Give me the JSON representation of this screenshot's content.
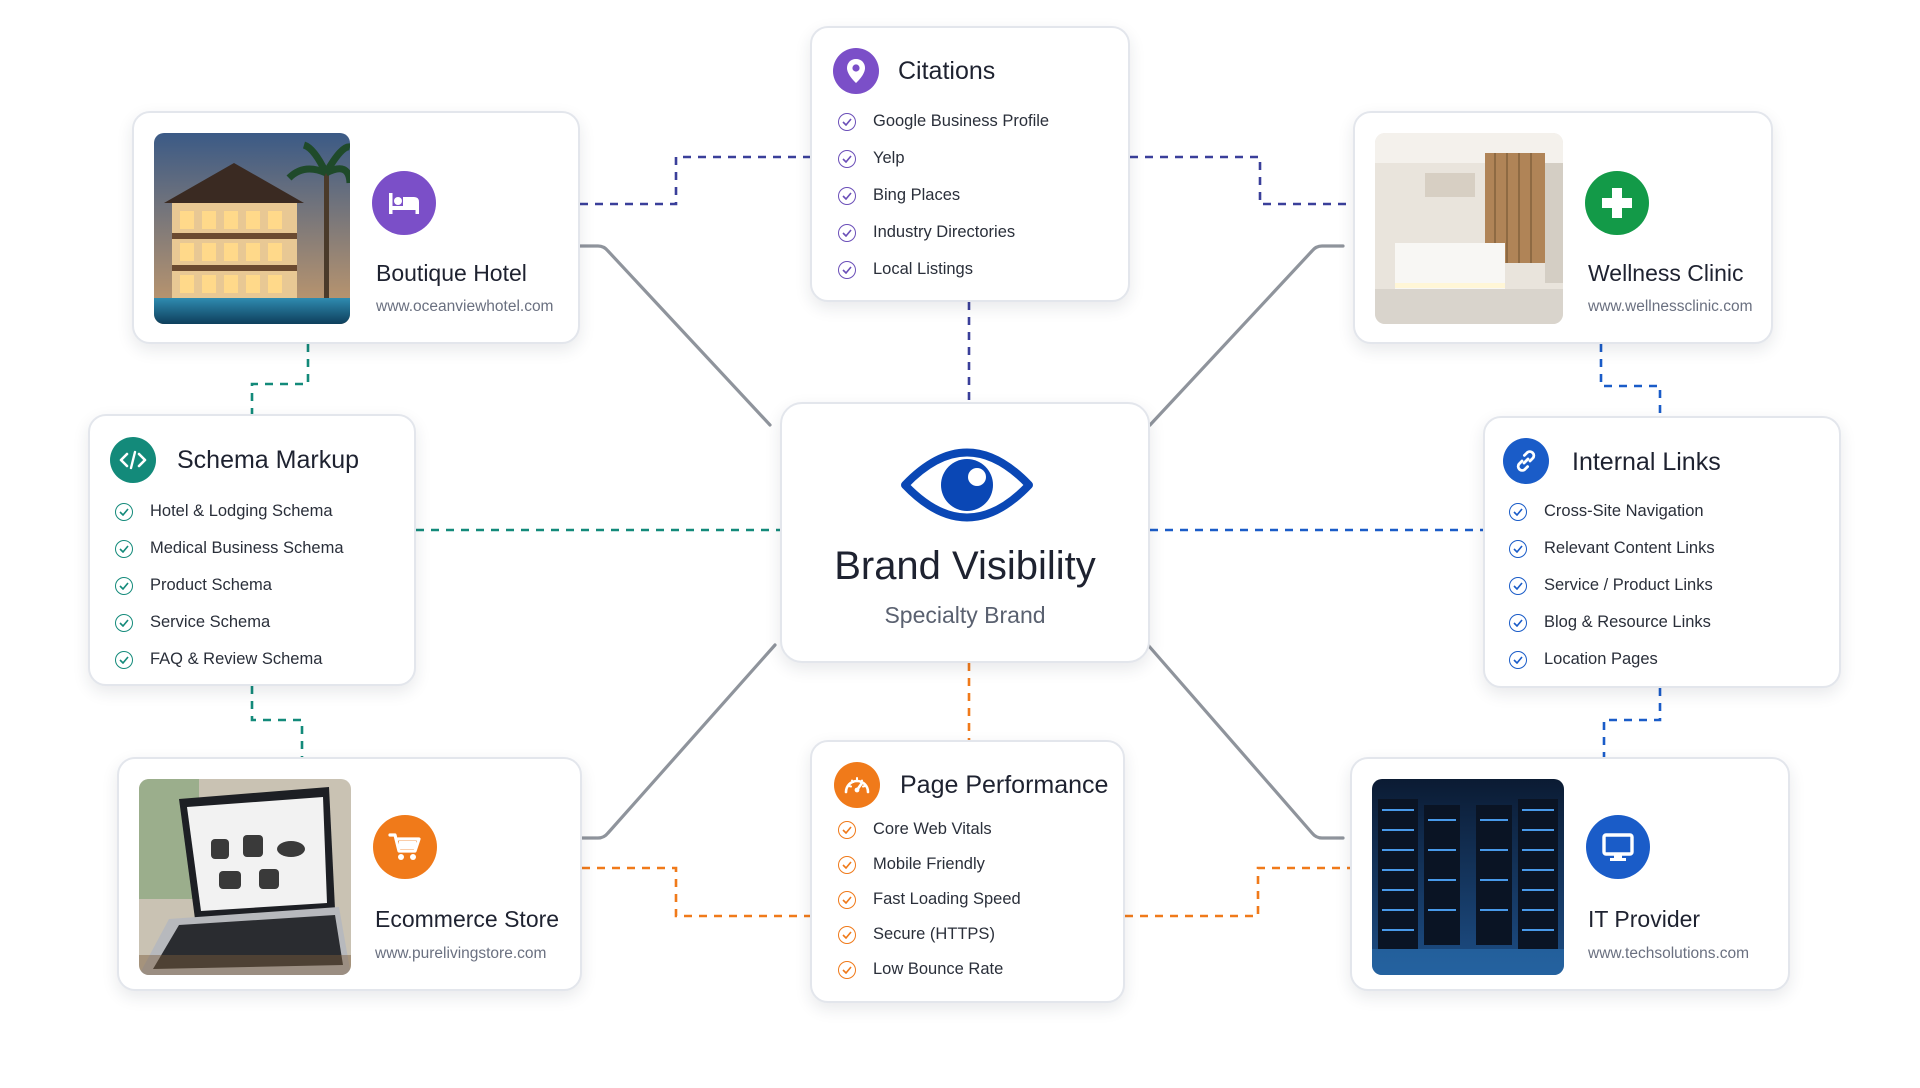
{
  "center": {
    "title": "Brand Visibility",
    "subtitle": "Specialty Brand",
    "icon": "eye-icon",
    "color": "#0a47b5"
  },
  "colors": {
    "purple": "#7b4fc8",
    "teal": "#138a7a",
    "blue": "#1a5cc8",
    "orange": "#f07a1a",
    "green": "#139a48",
    "gray": "#8a8f98"
  },
  "businesses": {
    "hotel": {
      "name": "Boutique Hotel",
      "url": "www.oceanviewhotel.com",
      "icon": "bed-icon"
    },
    "clinic": {
      "name": "Wellness Clinic",
      "url": "www.wellnessclinic.com",
      "icon": "medical-cross-icon"
    },
    "store": {
      "name": "Ecommerce Store",
      "url": "www.purelivingstore.com",
      "icon": "cart-icon"
    },
    "it": {
      "name": "IT Provider",
      "url": "www.techsolutions.com",
      "icon": "monitor-icon"
    }
  },
  "citations": {
    "title": "Citations",
    "icon": "location-pin-icon",
    "items": [
      "Google Business Profile",
      "Yelp",
      "Bing Places",
      "Industry Directories",
      "Local Listings"
    ]
  },
  "schema": {
    "title": "Schema Markup",
    "icon": "code-icon",
    "items": [
      "Hotel & Lodging Schema",
      "Medical Business Schema",
      "Product Schema",
      "Service Schema",
      "FAQ & Review Schema"
    ]
  },
  "internal_links": {
    "title": "Internal Links",
    "icon": "link-icon",
    "items": [
      "Cross-Site Navigation",
      "Relevant Content Links",
      "Service / Product Links",
      "Blog & Resource Links",
      "Location Pages"
    ]
  },
  "performance": {
    "title": "Page Performance",
    "icon": "speedometer-icon",
    "items": [
      "Core Web Vitals",
      "Mobile Friendly",
      "Fast Loading Speed",
      "Secure (HTTPS)",
      "Low Bounce Rate"
    ]
  }
}
